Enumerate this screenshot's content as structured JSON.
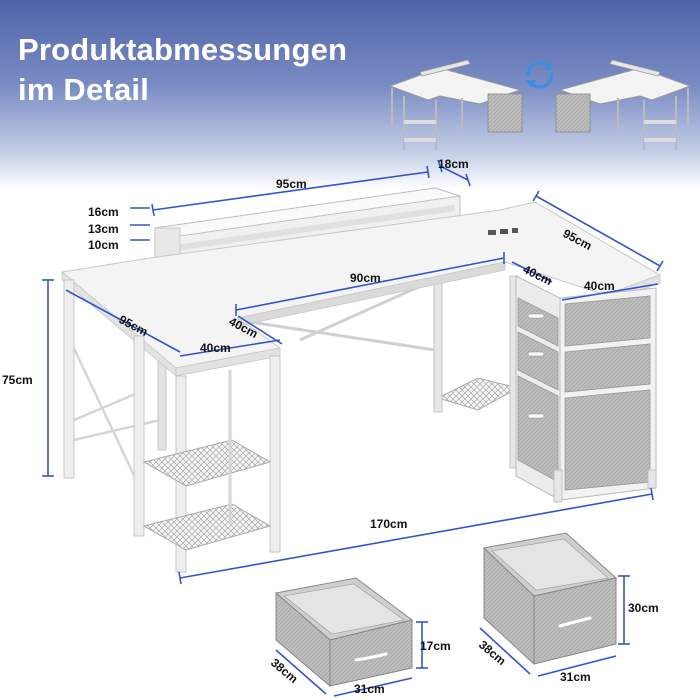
{
  "header": {
    "title_line1": "Produktabmessungen",
    "title_line2": "im Detail"
  },
  "colors": {
    "dimension_line": "#3355cc",
    "header_top": "#4f63a8",
    "desk_white": "#f2f2f2",
    "fabric_grey": "#b9b9b9"
  },
  "icons": {
    "swap": "swap-arrows-icon"
  },
  "dimensions": {
    "hutch_width": "95cm",
    "hutch_depth": "18cm",
    "hutch_h1": "16cm",
    "hutch_h2": "13cm",
    "hutch_h3": "10cm",
    "left_depth": "95cm",
    "left_inner_width": "40cm",
    "left_inner_depth": "40cm",
    "middle_length": "90cm",
    "right_inner_width": "40cm",
    "right_depth": "95cm",
    "right_width": "40cm",
    "height": "75cm",
    "total_length": "170cm",
    "drawer_small_height": "17cm",
    "drawer_small_depth": "38cm",
    "drawer_small_width": "31cm",
    "drawer_large_height": "30cm",
    "drawer_large_depth": "38cm",
    "drawer_large_width": "31cm"
  }
}
